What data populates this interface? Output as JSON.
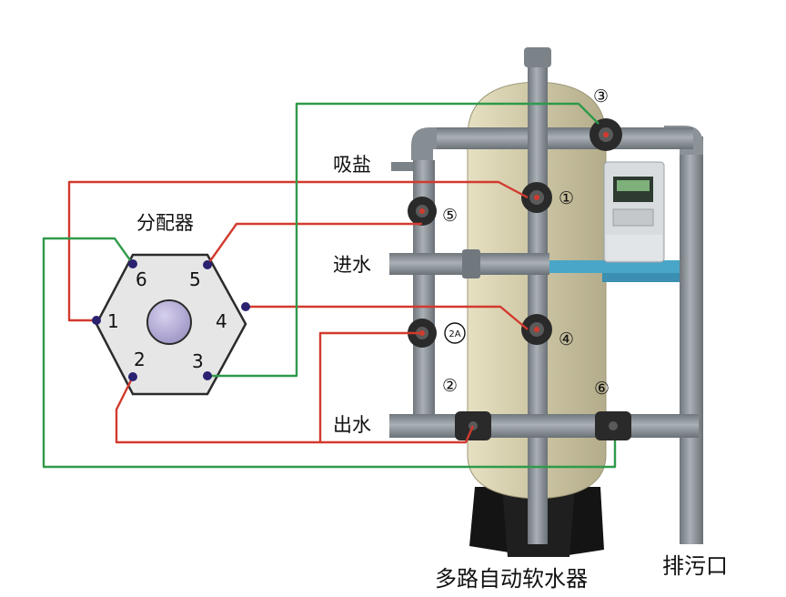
{
  "labels": {
    "distributor": "分配器",
    "brine_intake": "吸盐",
    "water_inlet": "进水",
    "water_outlet": "出水",
    "drain": "排污口",
    "title": "多路自动软水器"
  },
  "distributor_ports": [
    "1",
    "2",
    "3",
    "4",
    "5",
    "6"
  ],
  "valve_labels": {
    "v1": "①",
    "v2": "②",
    "v2a": "2A",
    "v3": "③",
    "v4": "④",
    "v5": "⑤",
    "v6": "⑥"
  },
  "colors": {
    "red_line": "#d23a2e",
    "green_line": "#2f9a4a",
    "hexagon_fill": "#e6e6e6",
    "center_fill": "#b8b0d6",
    "port_dot": "#2a2270",
    "pipe": "#8f969c",
    "tank": "#cfc8a6"
  }
}
